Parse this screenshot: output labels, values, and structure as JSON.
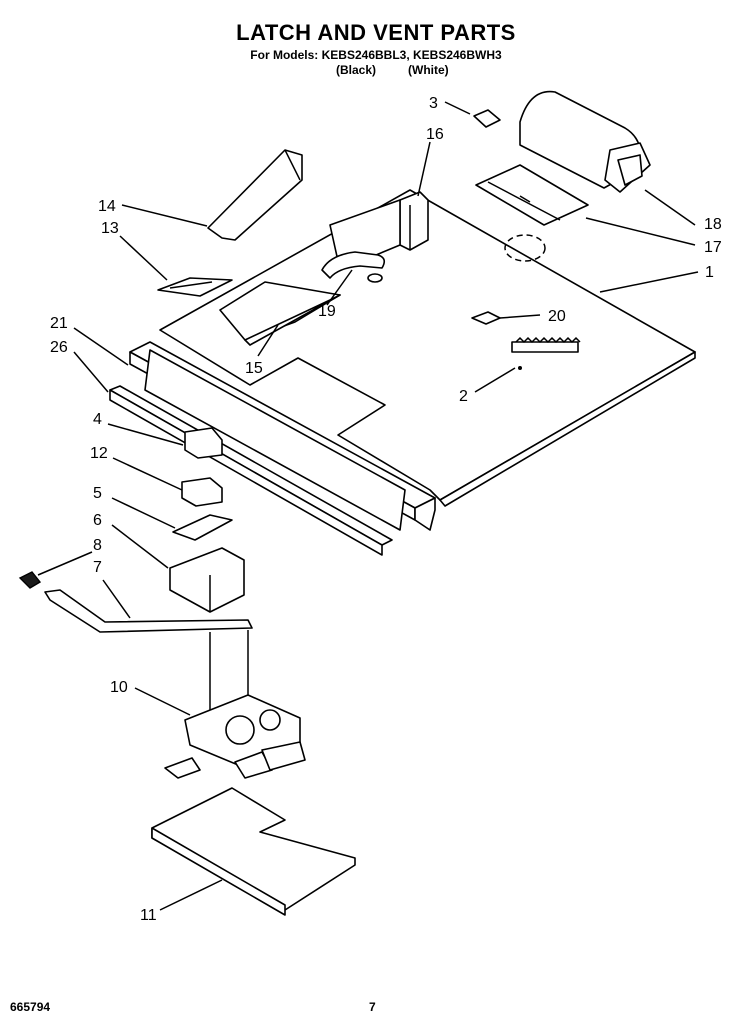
{
  "header": {
    "title": "LATCH AND VENT PARTS",
    "models_line": "For Models: KEBS246BBL3, KEBS246BWH3",
    "finish_black": "(Black)",
    "finish_white": "(White)"
  },
  "footer": {
    "doc_number": "665794",
    "page_number": "7"
  },
  "callouts": {
    "c1": "1",
    "c2": "2",
    "c3": "3",
    "c4": "4",
    "c5": "5",
    "c6": "6",
    "c7": "7",
    "c8": "8",
    "c10": "10",
    "c11": "11",
    "c12": "12",
    "c13": "13",
    "c14": "14",
    "c15": "15",
    "c16": "16",
    "c17": "17",
    "c18": "18",
    "c19": "19",
    "c20": "20",
    "c21": "21",
    "c26": "26"
  }
}
